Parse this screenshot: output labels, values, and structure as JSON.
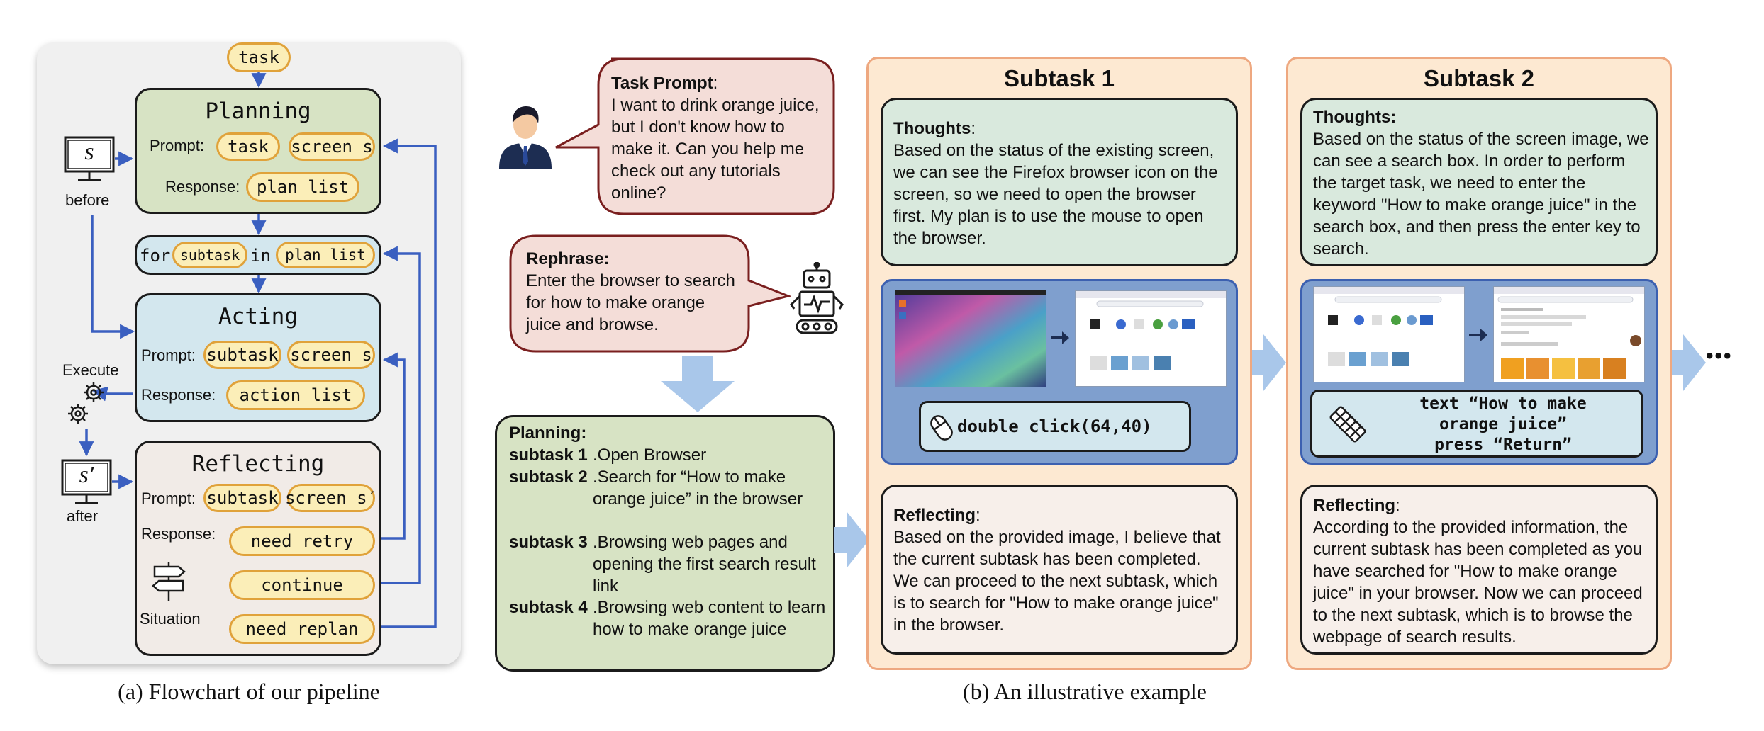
{
  "flowchart": {
    "task": "task",
    "planning": {
      "title": "Planning",
      "prompt_label": "Prompt:",
      "prompt_items": [
        "task",
        "screen s"
      ],
      "response_label": "Response:",
      "response_item": "plan list"
    },
    "loop": {
      "for": "for",
      "subtask": "subtask",
      "in": "in",
      "plan_list": "plan list"
    },
    "acting": {
      "title": "Acting",
      "prompt_label": "Prompt:",
      "prompt_items": [
        "subtask",
        "screen s"
      ],
      "response_label": "Response:",
      "response_item": "action list"
    },
    "reflecting": {
      "title": "Reflecting",
      "prompt_label": "Prompt:",
      "prompt_items": [
        "subtask",
        "screen s′"
      ],
      "response_label": "Response:",
      "responses": [
        "need retry",
        "continue",
        "need replan"
      ]
    },
    "before_label": "before",
    "after_label": "after",
    "execute_label": "Execute",
    "situation_label": "Situation",
    "screen_s": "s",
    "screen_s_prime": "s′",
    "caption": "(a) Flowchart of our pipeline"
  },
  "example": {
    "task_prompt": {
      "label": "Task Prompt",
      "text": "I want to drink orange juice, but I don't know how to make it. Can you help me check out any tutorials online?"
    },
    "rephrase": {
      "label": "Rephrase:",
      "text": "Enter the browser to search for how to make orange juice and browse."
    },
    "planning": {
      "label": "Planning:",
      "items": [
        {
          "key": "subtask 1",
          "text": ".Open Browser"
        },
        {
          "key": "subtask 2",
          "text": ".Search for “How to make orange juice” in the browser"
        },
        {
          "key": "subtask 3",
          "text": ".Browsing web pages and opening the first search result link"
        },
        {
          "key": "subtask 4",
          "text": ".Browsing web content to learn how to make orange juice"
        }
      ]
    },
    "subtask1": {
      "title": "Subtask 1",
      "thoughts_label": "Thoughts",
      "thoughts": "Based on the status of the existing screen, we can see the Firefox browser icon on the screen, so we need to open the browser first. My plan is to use the mouse to open the browser.",
      "action": "double click(64,40)",
      "reflecting_label": "Reflecting",
      "reflecting": "Based on the provided image, I believe that the current subtask has been completed. We can proceed to the next subtask, which is to search for \"How to make orange juice\" in the browser."
    },
    "subtask2": {
      "title": "Subtask 2",
      "thoughts_label": "Thoughts:",
      "thoughts": "Based on the status of the screen image, we can see a search box. In order to perform the target task, we need to enter the keyword \"How to make orange juice\" in the search box, and then press the enter key to search.",
      "action_lines": [
        "text “How to make",
        "orange juice”",
        "press “Return”"
      ],
      "reflecting_label": "Reflecting",
      "reflecting": "According to the provided information, the current subtask has been completed as you have searched for \"How to make orange juice\" in your browser. Now we can proceed to the next subtask, which is to browse the webpage of search results."
    },
    "ellipsis": "•••",
    "caption": "(b) An illustrative example"
  },
  "colors": {
    "planning_fill": "#d7e3c4",
    "acting_fill": "#d3e7ee",
    "reflect_fill": "#f1ebe7",
    "pill_fill": "#fbeeb8",
    "pill_border": "#e0a23a",
    "arrow_blue": "#3a5fc0",
    "subtask_fill": "#fde9d2",
    "subtask_border": "#eea880",
    "light_arrow": "#a9c7ea",
    "bubble_fill": "#f4ddd8",
    "bubble_border": "#7a1f1f"
  },
  "icons": [
    "monitor-icon",
    "gear-icon",
    "signpost-icon",
    "person-icon",
    "robot-icon",
    "mouse-icon",
    "keyboard-icon"
  ]
}
